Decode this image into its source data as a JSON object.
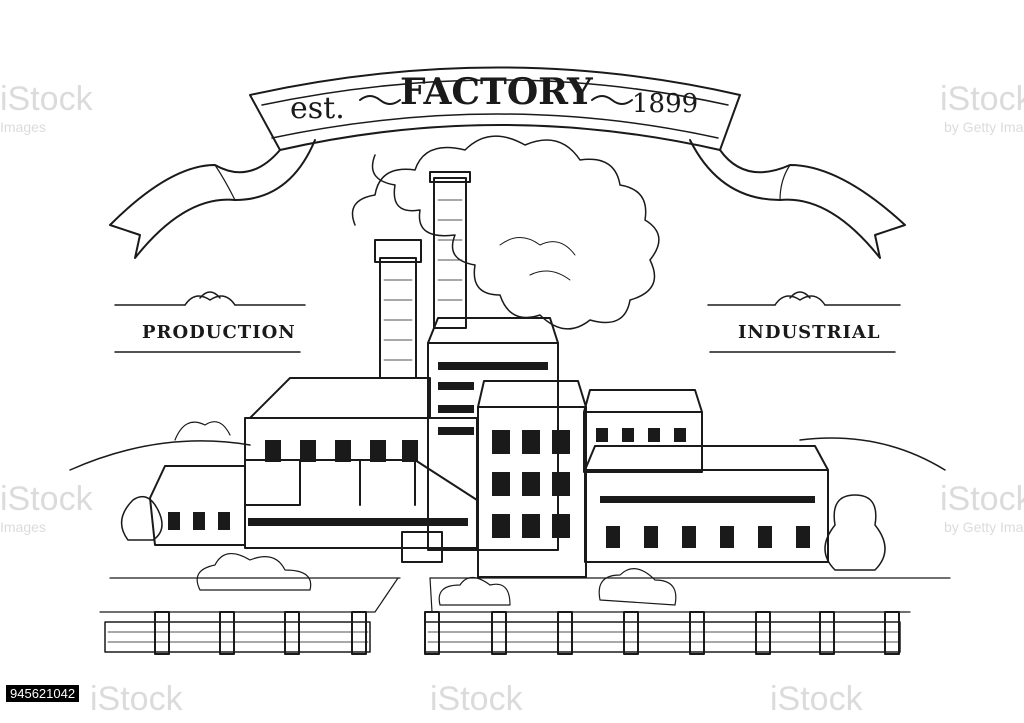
{
  "banner": {
    "left": "est.",
    "title": "FACTORY",
    "right": "1899"
  },
  "labels": {
    "left": "PRODUCTION",
    "right": "INDUSTRIAL"
  },
  "watermark": {
    "brand": "iStock",
    "sub": "by Getty Images",
    "sub_alt": "Images"
  },
  "stock_id": "945621042",
  "colors": {
    "ink": "#1a1a1a",
    "paper": "#ffffff",
    "watermark": "#d8d8d8"
  }
}
